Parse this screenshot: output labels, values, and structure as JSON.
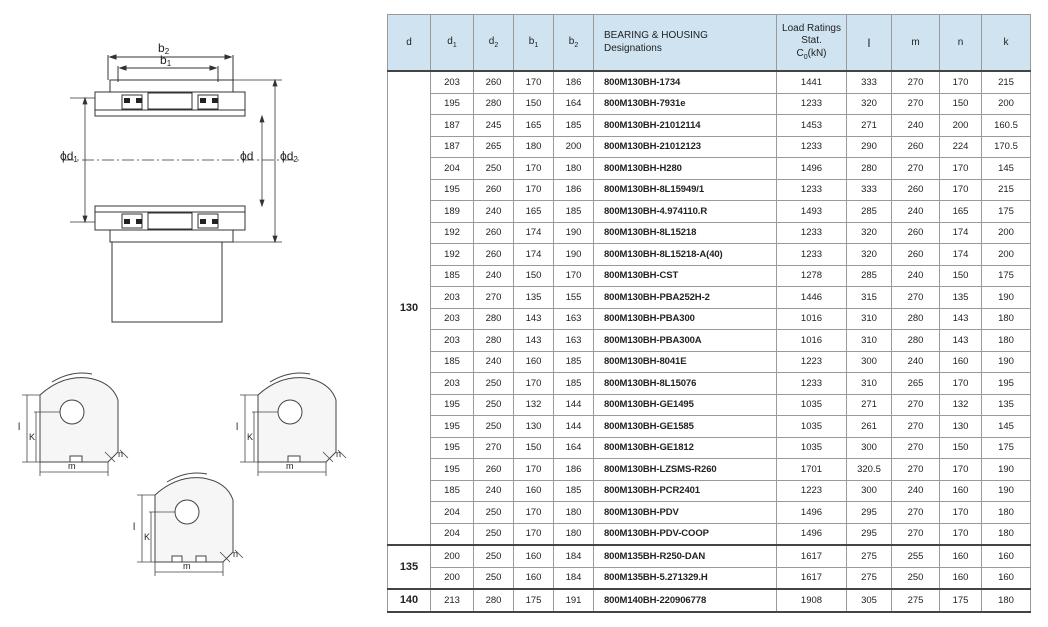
{
  "drawings": {
    "bearing_labels": {
      "b2": "b",
      "b2_sub": "2",
      "b1": "b",
      "b1_sub": "1",
      "d1": "ϕd",
      "d1_sub": "1",
      "d": "ϕd",
      "d2": "ϕd",
      "d2_sub": "2"
    },
    "housing_labels": {
      "l": "l",
      "k": "K",
      "m": "m",
      "n": "n"
    }
  },
  "table": {
    "headers": {
      "d": "d",
      "d1": "d",
      "d1_sub": "1",
      "d2": "d",
      "d2_sub": "2",
      "b1": "b",
      "b1_sub": "1",
      "b2": "b",
      "b2_sub": "2",
      "designation_line1": "BEARING & HOUSING",
      "designation_line2": "Designations",
      "load_line1": "Load Ratings",
      "load_line2": "Stat.",
      "load_line3_pre": "C",
      "load_line3_sub": "0",
      "load_line3_post": "(kN)",
      "l": "l",
      "m": "m",
      "n": "n",
      "k": "k"
    },
    "groups": [
      {
        "d": "130",
        "rows": [
          [
            "203",
            "260",
            "170",
            "186",
            "800M130BH-1734",
            "1441",
            "333",
            "270",
            "170",
            "215"
          ],
          [
            "195",
            "280",
            "150",
            "164",
            "800M130BH-7931e",
            "1233",
            "320",
            "270",
            "150",
            "200"
          ],
          [
            "187",
            "245",
            "165",
            "185",
            "800M130BH-21012114",
            "1453",
            "271",
            "240",
            "200",
            "160.5"
          ],
          [
            "187",
            "265",
            "180",
            "200",
            "800M130BH-21012123",
            "1233",
            "290",
            "260",
            "224",
            "170.5"
          ],
          [
            "204",
            "250",
            "170",
            "180",
            "800M130BH-H280",
            "1496",
            "280",
            "270",
            "170",
            "145"
          ],
          [
            "195",
            "260",
            "170",
            "186",
            "800M130BH-8L15949/1",
            "1233",
            "333",
            "260",
            "170",
            "215"
          ],
          [
            "189",
            "240",
            "165",
            "185",
            "800M130BH-4.974110.R",
            "1493",
            "285",
            "240",
            "165",
            "175"
          ],
          [
            "192",
            "260",
            "174",
            "190",
            "800M130BH-8L15218",
            "1233",
            "320",
            "260",
            "174",
            "200"
          ],
          [
            "192",
            "260",
            "174",
            "190",
            "800M130BH-8L15218-A(40)",
            "1233",
            "320",
            "260",
            "174",
            "200"
          ],
          [
            "185",
            "240",
            "150",
            "170",
            "800M130BH-CST",
            "1278",
            "285",
            "240",
            "150",
            "175"
          ],
          [
            "203",
            "270",
            "135",
            "155",
            "800M130BH-PBA252H-2",
            "1446",
            "315",
            "270",
            "135",
            "190"
          ],
          [
            "203",
            "280",
            "143",
            "163",
            "800M130BH-PBA300",
            "1016",
            "310",
            "280",
            "143",
            "180"
          ],
          [
            "203",
            "280",
            "143",
            "163",
            "800M130BH-PBA300A",
            "1016",
            "310",
            "280",
            "143",
            "180"
          ],
          [
            "185",
            "240",
            "160",
            "185",
            "800M130BH-8041E",
            "1223",
            "300",
            "240",
            "160",
            "190"
          ],
          [
            "203",
            "250",
            "170",
            "185",
            "800M130BH-8L15076",
            "1233",
            "310",
            "265",
            "170",
            "195"
          ],
          [
            "195",
            "250",
            "132",
            "144",
            "800M130BH-GE1495",
            "1035",
            "271",
            "270",
            "132",
            "135"
          ],
          [
            "195",
            "250",
            "130",
            "144",
            "800M130BH-GE1585",
            "1035",
            "261",
            "270",
            "130",
            "145"
          ],
          [
            "195",
            "270",
            "150",
            "164",
            "800M130BH-GE1812",
            "1035",
            "300",
            "270",
            "150",
            "175"
          ],
          [
            "195",
            "260",
            "170",
            "186",
            "800M130BH-LZSMS-R260",
            "1701",
            "320.5",
            "270",
            "170",
            "190"
          ],
          [
            "185",
            "240",
            "160",
            "185",
            "800M130BH-PCR2401",
            "1223",
            "300",
            "240",
            "160",
            "190"
          ],
          [
            "204",
            "250",
            "170",
            "180",
            "800M130BH-PDV",
            "1496",
            "295",
            "270",
            "170",
            "180"
          ],
          [
            "204",
            "250",
            "170",
            "180",
            "800M130BH-PDV-COOP",
            "1496",
            "295",
            "270",
            "170",
            "180"
          ]
        ]
      },
      {
        "d": "135",
        "rows": [
          [
            "200",
            "250",
            "160",
            "184",
            "800M135BH-R250-DAN",
            "1617",
            "275",
            "255",
            "160",
            "160"
          ],
          [
            "200",
            "250",
            "160",
            "184",
            "800M135BH-5.271329.H",
            "1617",
            "275",
            "250",
            "160",
            "160"
          ]
        ]
      },
      {
        "d": "140",
        "rows": [
          [
            "213",
            "280",
            "175",
            "191",
            "800M140BH-220906778",
            "1908",
            "305",
            "275",
            "175",
            "180"
          ]
        ]
      }
    ]
  }
}
